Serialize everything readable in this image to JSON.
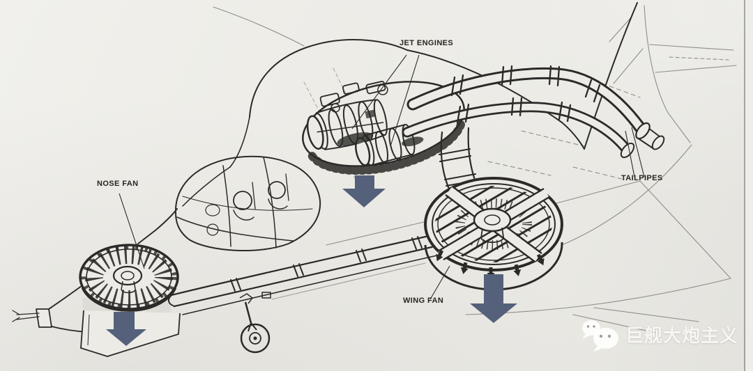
{
  "page": {
    "paper_color": "#ECEBE6",
    "ink_color": "#2B2A28",
    "faint_color": "#8F8D87",
    "arrow_color": "#55617A",
    "edge_line_color": "#6E6D68"
  },
  "labels": {
    "jet_engines": "JET ENGINES",
    "nose_fan": "NOSE FAN",
    "tailpipes": "TAILPIPES",
    "wing_fan": "WING FAN"
  },
  "watermark": {
    "icon": "wechat-logo",
    "text": "巨舰大炮主义"
  }
}
